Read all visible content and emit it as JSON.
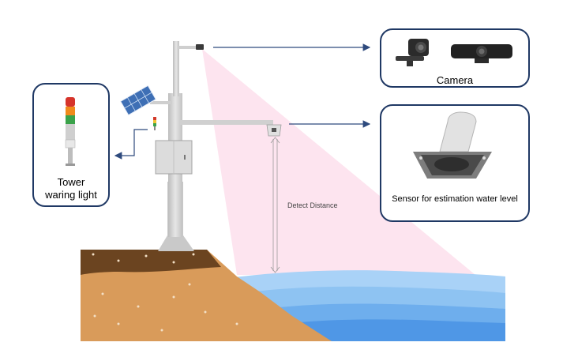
{
  "callouts": {
    "tower_light": {
      "label": "Tower\nwaring light",
      "icon": "tower-light-icon"
    },
    "camera": {
      "label": "Camera",
      "icon": "camera-icon"
    },
    "sensor": {
      "label": "Sensor for estimation water level",
      "icon": "sensor-icon"
    }
  },
  "measurement": {
    "label": "Detect Distance"
  },
  "colors": {
    "outline": "#1f3864",
    "arrow": "#2e4a7d",
    "detection_zone": "#fde4ef",
    "soil_top": "#6b4420",
    "soil": "#d99b5a",
    "water_light": "#8ec3f2",
    "water_mid": "#6eaeed",
    "water_deep": "#4f97e6",
    "pole": "#d6d6d6"
  }
}
